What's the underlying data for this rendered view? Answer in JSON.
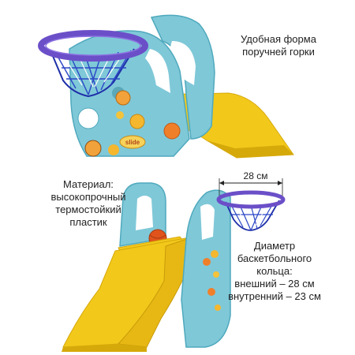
{
  "captions": {
    "handrail": [
      "Удобная форма",
      "поручней горки"
    ],
    "material": [
      "Материал:",
      "высокопрочный",
      "термостойкий",
      "пластик"
    ],
    "hoop_diameter": [
      "Диаметр",
      "баскетбольного",
      "кольца:",
      "внешний – 28 см",
      "внутренний – 23 см"
    ],
    "dimension_marker": "28 см"
  },
  "product_illustrations": [
    {
      "view": "close-up",
      "parts": [
        "basketball-hoop",
        "blue-handrail-panel",
        "yellow-slide",
        "slide-logo"
      ]
    },
    {
      "view": "full",
      "parts": [
        "blue-side-panel-left",
        "blue-side-panel-right",
        "yellow-slide",
        "orange-ball",
        "basketball-hoop"
      ]
    }
  ],
  "logo_text": "slide",
  "colors": {
    "panel_blue": "#7fc8d8",
    "panel_blue_dark": "#4fa9bd",
    "slide_yellow": "#f2c81b",
    "slide_yellow_dark": "#d6a90a",
    "hoop_purple": "#6b4fc8",
    "net_blue": "#1e2fa8",
    "ball_orange": "#e0541c"
  }
}
